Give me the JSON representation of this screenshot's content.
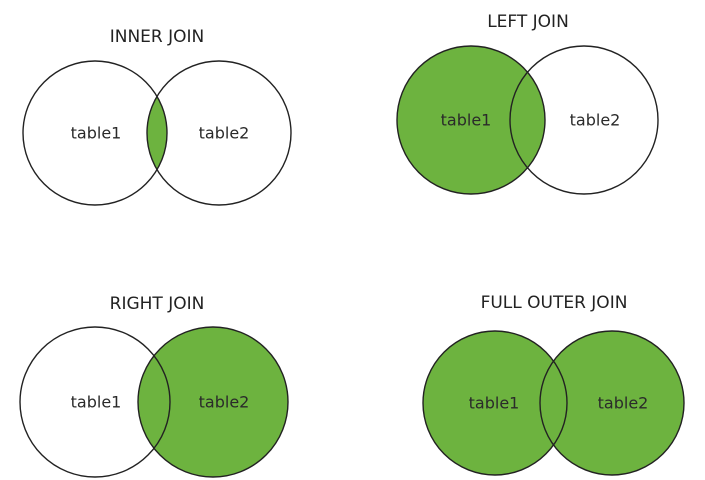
{
  "colors": {
    "fill": "#6db33f",
    "outline": "#222222",
    "background": "#ffffff"
  },
  "panels": [
    {
      "title": "INNER JOIN",
      "left_label": "table1",
      "right_label": "table2",
      "shaded": "intersection"
    },
    {
      "title": "LEFT JOIN",
      "left_label": "table1",
      "right_label": "table2",
      "shaded": "left"
    },
    {
      "title": "RIGHT JOIN",
      "left_label": "table1",
      "right_label": "table2",
      "shaded": "right"
    },
    {
      "title": "FULL OUTER JOIN",
      "left_label": "table1",
      "right_label": "table2",
      "shaded": "both"
    }
  ]
}
